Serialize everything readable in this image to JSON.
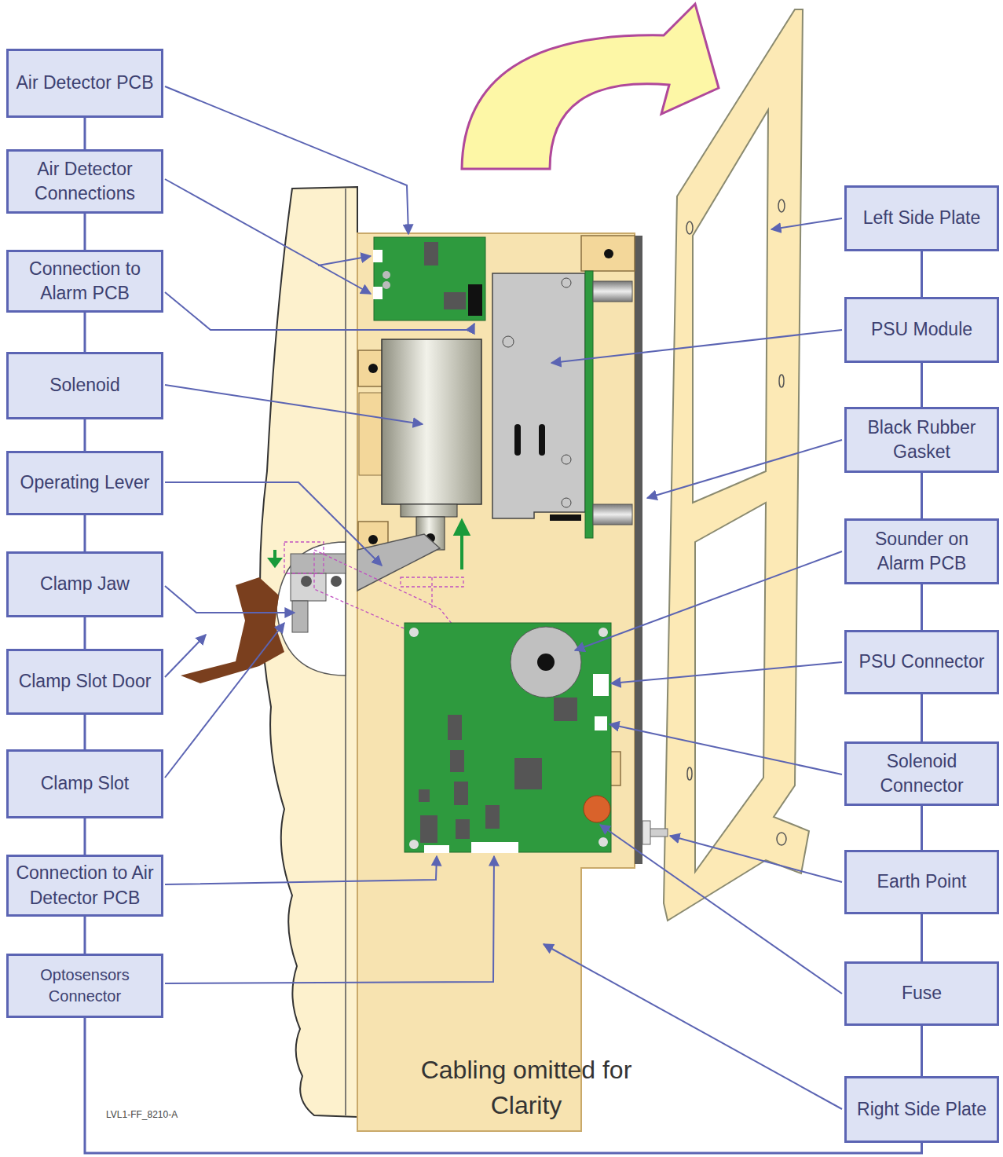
{
  "diagram": {
    "nodes": [
      {
        "text": [
          "Air Detector PCB"
        ]
      },
      {
        "text": [
          "Air Detector Connections"
        ]
      },
      {
        "text": [
          "Connection to Alarm PCB"
        ]
      },
      {
        "text": [
          "Solenoid"
        ]
      },
      {
        "text": [
          "Operating Lever"
        ]
      },
      {
        "text": [
          "Clamp Jaw"
        ]
      },
      {
        "text": [
          "Clamp Slot Door"
        ]
      },
      {
        "text": [
          "Clamp Slot"
        ]
      },
      {
        "text": [
          "Connection to Air Detector PCB"
        ]
      },
      {
        "text": [
          "Optosensors Connector"
        ]
      },
      {
        "text": [
          "Left Side Plate"
        ]
      },
      {
        "text": [
          "PSU Module"
        ]
      },
      {
        "text": [
          "Black Rubber Gasket"
        ]
      },
      {
        "text": [
          "Sounder on Alarm PCB"
        ]
      },
      {
        "text": [
          "PSU Connector"
        ]
      },
      {
        "text": [
          "Solenoid Connector"
        ]
      },
      {
        "text": [
          "Earth Point"
        ]
      },
      {
        "text": [
          "Fuse"
        ]
      },
      {
        "text": [
          "Right Side Plate"
        ]
      }
    ],
    "edges": [
      {
        "from": 0,
        "to": 1,
        "arrow": "none"
      },
      {
        "from": 1,
        "to": 2,
        "arrow": "none"
      },
      {
        "from": 2,
        "to": 3,
        "arrow": "none"
      },
      {
        "from": 3,
        "to": 4,
        "arrow": "none"
      },
      {
        "from": 4,
        "to": 5,
        "arrow": "none"
      },
      {
        "from": 5,
        "to": 6,
        "arrow": "none"
      },
      {
        "from": 6,
        "to": 7,
        "arrow": "none"
      },
      {
        "from": 7,
        "to": 8,
        "arrow": "none"
      },
      {
        "from": 8,
        "to": 9,
        "arrow": "none"
      },
      {
        "from": 10,
        "to": 11,
        "arrow": "none"
      },
      {
        "from": 11,
        "to": 12,
        "arrow": "none"
      },
      {
        "from": 12,
        "to": 13,
        "arrow": "none"
      },
      {
        "from": 13,
        "to": 14,
        "arrow": "none"
      },
      {
        "from": 14,
        "to": 15,
        "arrow": "none"
      },
      {
        "from": 15,
        "to": 16,
        "arrow": "none"
      },
      {
        "from": 16,
        "to": 17,
        "arrow": "none"
      },
      {
        "from": 9,
        "to": 17,
        "arrow": "none"
      }
    ],
    "labels": [
      "Cabling omitted for Clarity",
      "LVL1-FF_8210-A"
    ]
  }
}
